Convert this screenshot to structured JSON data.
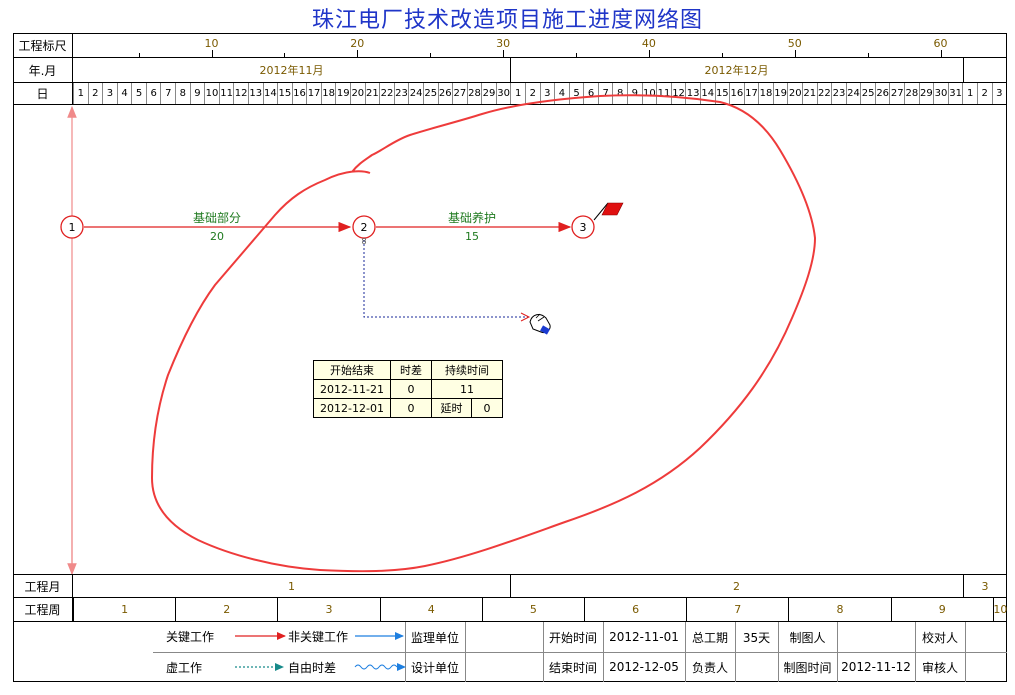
{
  "title": "珠江电厂技术改造项目施工进度网络图",
  "ruler": {
    "label": "工程标尺",
    "numbers": [
      "10",
      "20",
      "30",
      "40",
      "50",
      "60"
    ]
  },
  "yearmonth": {
    "label": "年.月",
    "months": [
      "2012年11月",
      "2012年12月"
    ]
  },
  "day": {
    "label": "日",
    "days": [
      "1",
      "2",
      "3",
      "4",
      "5",
      "6",
      "7",
      "8",
      "9",
      "10",
      "11",
      "12",
      "13",
      "14",
      "15",
      "16",
      "17",
      "18",
      "19",
      "20",
      "21",
      "22",
      "23",
      "24",
      "25",
      "26",
      "27",
      "28",
      "29",
      "30",
      "1",
      "2",
      "3",
      "4",
      "5",
      "6",
      "7",
      "8",
      "9",
      "10",
      "11",
      "12",
      "13",
      "14",
      "15",
      "16",
      "17",
      "18",
      "19",
      "20",
      "21",
      "22",
      "23",
      "24",
      "25",
      "26",
      "27",
      "28",
      "29",
      "30",
      "31",
      "1",
      "2",
      "3"
    ]
  },
  "network": {
    "nodes": [
      "1",
      "2",
      "3"
    ],
    "tasks": [
      {
        "name": "基础部分",
        "duration": "20"
      },
      {
        "name": "基础养护",
        "duration": "15"
      }
    ],
    "node2_sub": "8"
  },
  "info_table": {
    "headers": [
      "开始结束",
      "时差",
      "持续时间"
    ],
    "start": "2012-11-21",
    "start_float": "0",
    "duration": "11",
    "end": "2012-12-01",
    "end_float": "0",
    "delay_label": "延时",
    "delay": "0"
  },
  "project_month": {
    "label": "工程月",
    "values": [
      "1",
      "2",
      "3"
    ]
  },
  "project_week": {
    "label": "工程周",
    "values": [
      "1",
      "2",
      "3",
      "4",
      "5",
      "6",
      "7",
      "8",
      "9",
      "10"
    ]
  },
  "legend": {
    "critical": "关键工作",
    "noncritical": "非关键工作",
    "dummy": "虚工作",
    "free_float": "自由时差"
  },
  "footer": {
    "supervisor_label": "监理单位",
    "supervisor_value": "",
    "designer_label": "设计单位",
    "designer_value": "",
    "start_label": "开始时间",
    "start_value": "2012-11-01",
    "end_label": "结束时间",
    "end_value": "2012-12-05",
    "total_label": "总工期",
    "total_value": "35天",
    "owner_label": "负责人",
    "owner_value": "",
    "drafter_label": "制图人",
    "drafter_value": "",
    "draw_time_label": "制图时间",
    "draw_time_value": "2012-11-12",
    "checker_label": "校对人",
    "checker_value": "",
    "reviewer_label": "审核人",
    "reviewer_value": ""
  },
  "colors": {
    "title": "#1f35c8",
    "critical": "#e02020",
    "noncritical": "#1e7fe0",
    "task_label": "#1f7a1f",
    "dummy": "#1a2a9a",
    "scribble": "#ee3b3b",
    "table_bg": "#ffffe3"
  }
}
